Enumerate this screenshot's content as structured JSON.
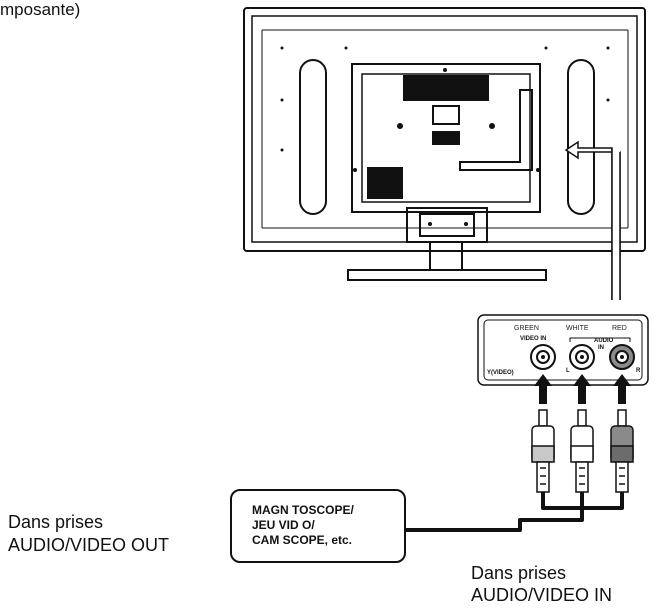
{
  "top_caption": [
    "mposante)"
  ],
  "out_caption": [
    "Dans prises",
    "AUDIO/VIDEO OUT"
  ],
  "in_caption": [
    "Dans prises",
    "AUDIO/VIDEO IN"
  ],
  "device_label": [
    "MAGN TOSCOPE/",
    "JEU VID O/",
    "CAM SCOPE, etc."
  ],
  "panel": {
    "top_labels": [
      "GREEN",
      "WHITE",
      "RED"
    ],
    "video_in": "VIDEO IN",
    "audio_in": [
      "AUDIO",
      "IN"
    ],
    "y_video": "Y(VIDEO)",
    "channel_l": "L",
    "channel_r": "R"
  },
  "colors": {
    "line": "#111111",
    "green_jack": "#ffffff",
    "white_jack": "#ffffff",
    "red_jack": "#8a8a8a"
  }
}
